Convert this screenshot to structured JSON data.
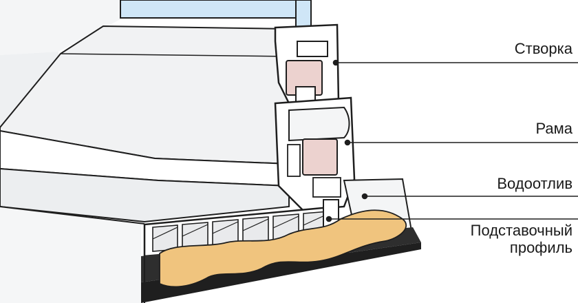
{
  "labels": {
    "sash": "Створка",
    "frame": "Рама",
    "drip": "Водоотлив",
    "support_line1": "Подставочный",
    "support_line2": "профиль"
  },
  "colors": {
    "outline": "#1e1e1e",
    "pvc": "#ffffff",
    "pvc_shade": "#e9eaec",
    "pvc_dark": "#d4d6d9",
    "glass": "#cfe6f7",
    "reinforcement": "#ecd2cf",
    "foam": "#f0c47e",
    "base": "#2e2e2e",
    "base_top": "#c9c9c9"
  }
}
